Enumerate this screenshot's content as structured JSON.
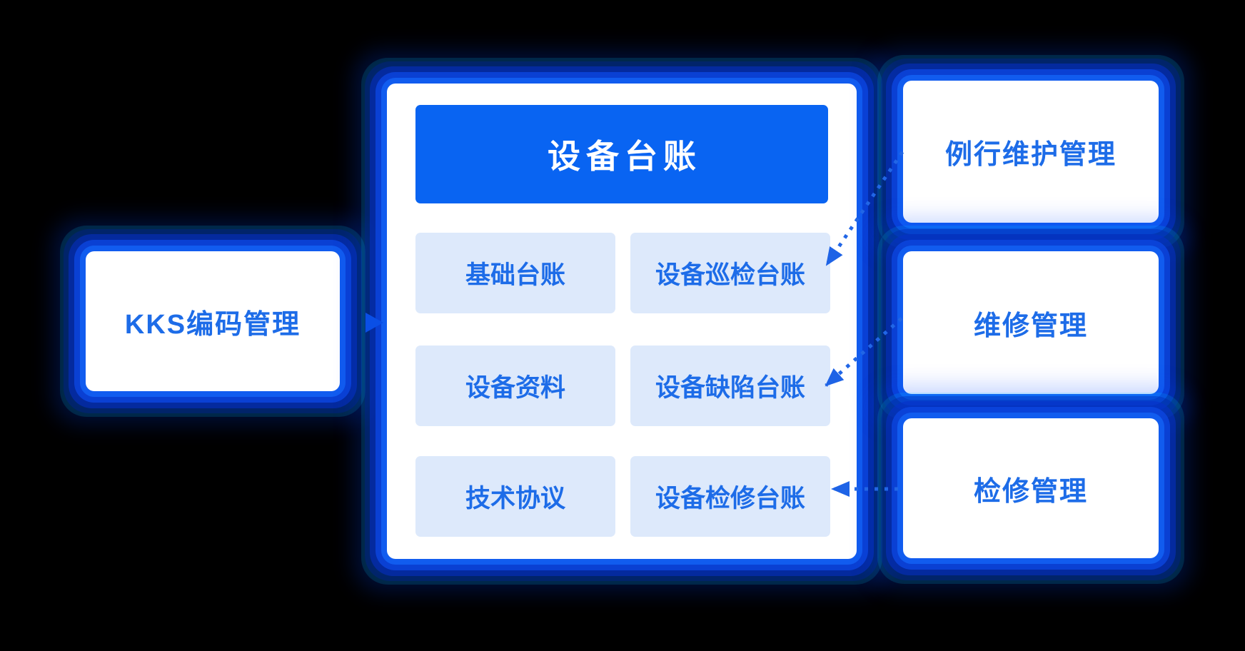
{
  "left_box": {
    "label": "KKS编码管理"
  },
  "center_panel": {
    "header": "设备台账",
    "items": [
      {
        "label": "基础台账"
      },
      {
        "label": "设备巡检台账"
      },
      {
        "label": "设备资料"
      },
      {
        "label": "设备缺陷台账"
      },
      {
        "label": "技术协议"
      },
      {
        "label": "设备检修台账"
      }
    ]
  },
  "right_boxes": [
    {
      "label": "例行维护管理"
    },
    {
      "label": "维修管理"
    },
    {
      "label": "检修管理"
    }
  ],
  "arrows": [
    {
      "from": "例行维护管理",
      "to": "设备巡检台账",
      "style": "dotted"
    },
    {
      "from": "维修管理",
      "to": "设备缺陷台账",
      "style": "dotted"
    },
    {
      "from": "检修管理",
      "to": "设备检修台账",
      "style": "dotted"
    }
  ],
  "colors": {
    "background": "#000000",
    "panel": "#ffffff",
    "header_fill": "#0964f2",
    "header_text": "#ffffff",
    "item_fill": "#dde9fb",
    "text_blue": "#1d6ce8",
    "glow_bright": "#125ef0",
    "glow_deep": "#0830c8",
    "glow_cyan": "#00d8ff",
    "arrow": "#2166e6"
  }
}
